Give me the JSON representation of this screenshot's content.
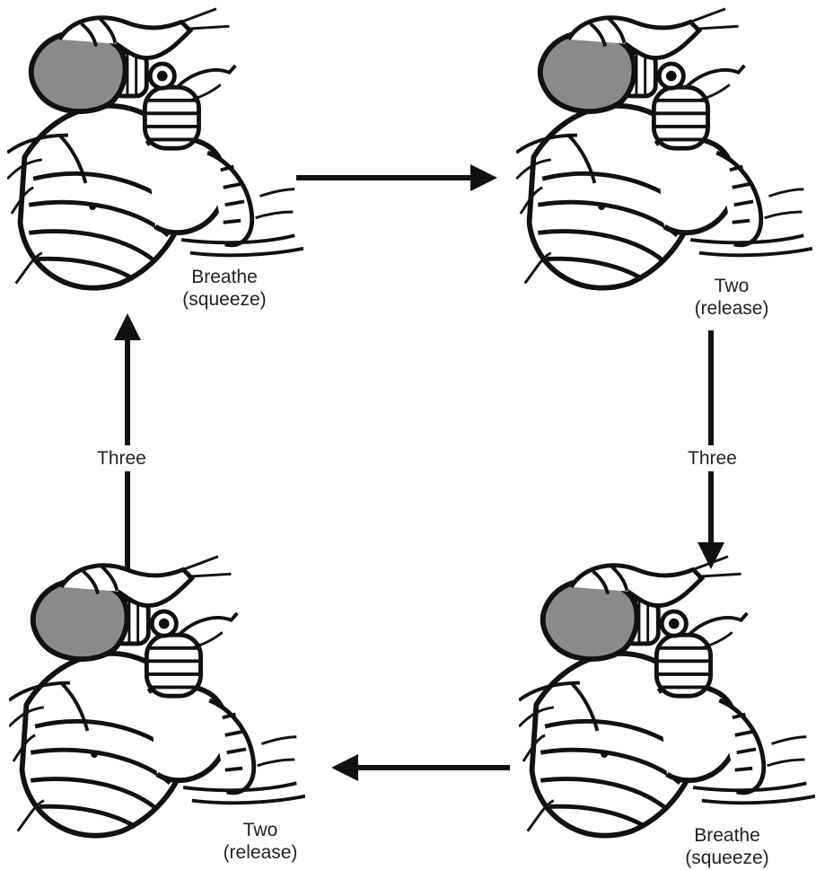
{
  "diagram": {
    "steps": [
      {
        "line1": "Breathe",
        "line2": "(squeeze)"
      },
      {
        "line1": "Two",
        "line2": "(release)"
      },
      {
        "line1": "Breathe",
        "line2": "(squeeze)"
      },
      {
        "line1": "Two",
        "line2": "(release)"
      }
    ],
    "connectors": {
      "right_label": "Three",
      "left_label": "Three"
    },
    "colors": {
      "ink": "#111111",
      "mask_fill": "#8a8a8a",
      "background": "#ffffff"
    }
  }
}
